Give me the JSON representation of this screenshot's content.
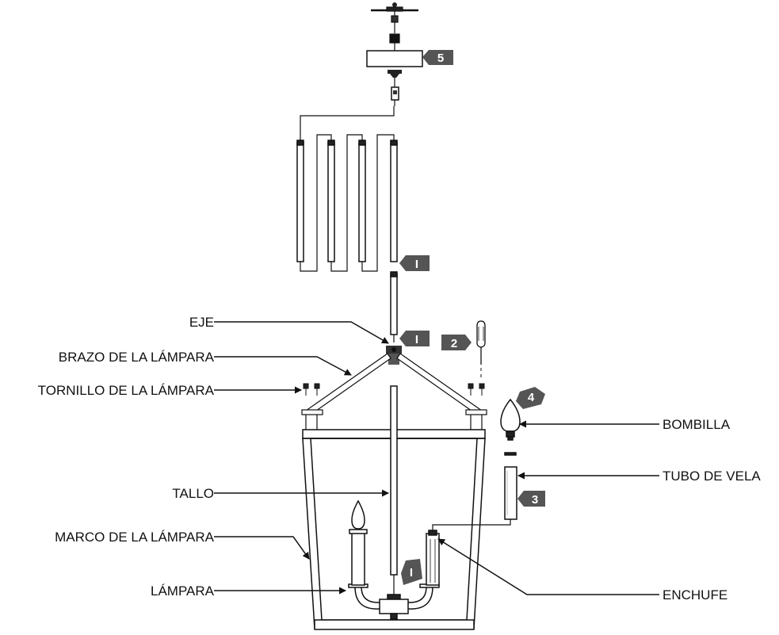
{
  "labels": {
    "eje": "EJE",
    "brazo": "BRAZO DE LA LÁMPARA",
    "tornillo": "TORNILLO DE LA LÁMPARA",
    "tallo": "TALLO",
    "marco": "MARCO DE LA LÁMPARA",
    "lampara": "LÁMPARA",
    "bombilla": "BOMBILLA",
    "tubo": "TUBO DE VELA",
    "enchufe": "ENCHUFE"
  },
  "steps": {
    "canopy": "5",
    "chain": "I",
    "eje": "I",
    "screwdriver": "2",
    "bulb": "4",
    "tube": "3",
    "stem": "I"
  },
  "colors": {
    "line": "#111111",
    "badge": "#555555",
    "tube_fill": "#f4f4f4"
  }
}
